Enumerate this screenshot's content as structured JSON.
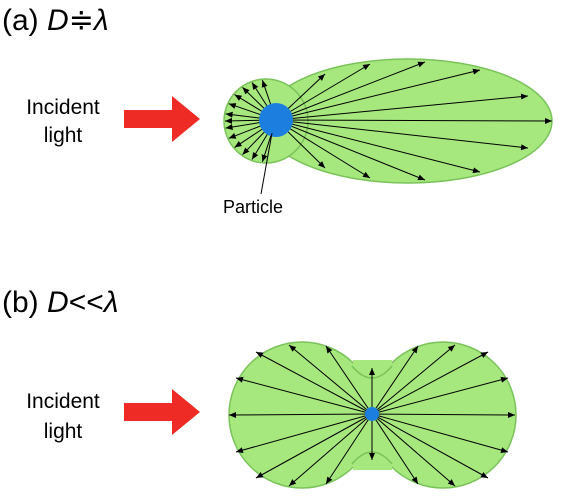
{
  "panel_a": {
    "label_prefix": "(a)",
    "variable": "D",
    "relation": "≑",
    "wavelength": "λ",
    "incident_line1": "Incident",
    "incident_line2": "light",
    "particle_label": "Particle"
  },
  "panel_b": {
    "label_prefix": "(b)",
    "variable": "D",
    "relation": "<<",
    "wavelength": "λ",
    "incident_line1": "Incident",
    "incident_line2": "light"
  },
  "colors": {
    "lobe_fill": "#a6e77e",
    "lobe_stroke": "#7ac35a",
    "arrow_red": "#ee2b24",
    "particle_blue": "#1c7fe0",
    "vector": "#000000"
  }
}
